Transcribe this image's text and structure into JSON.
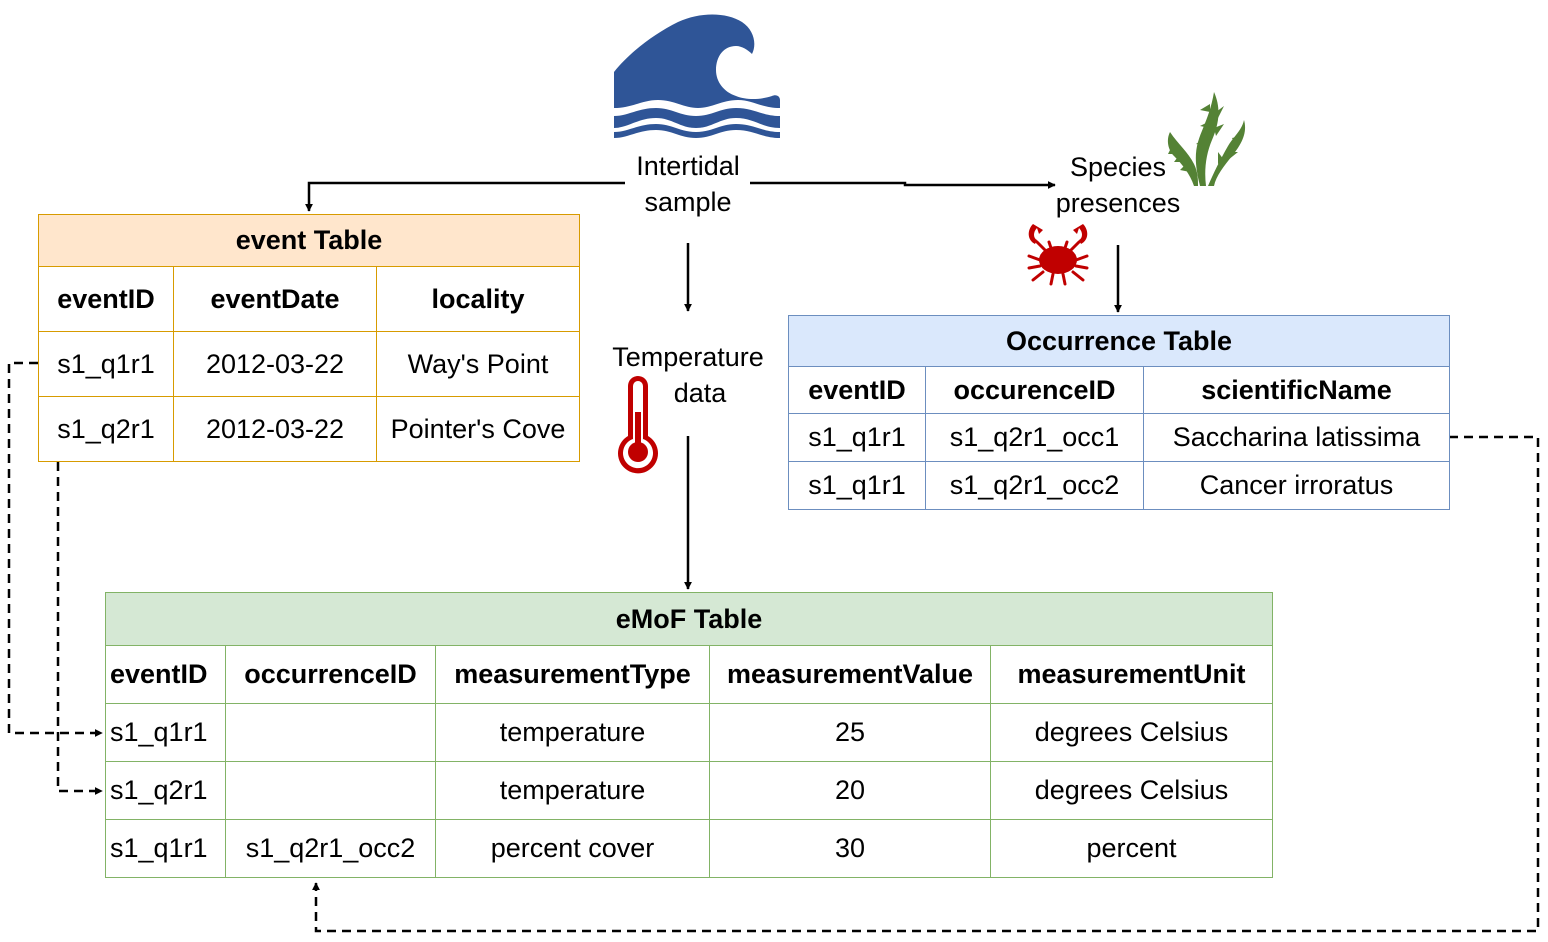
{
  "colors": {
    "event_fill": "#ffe6cc",
    "event_border": "#d79b00",
    "occurrence_fill": "#dae8fc",
    "occurrence_border": "#6c8ebf",
    "emof_fill": "#d5e8d4",
    "emof_border": "#82b366",
    "wave_icon": "#2f5597",
    "seaweed_icon": "#548235",
    "crab_icon": "#c00000",
    "thermometer_icon": "#c00000"
  },
  "icons": [
    "wave-icon",
    "seaweed-icon",
    "crab-icon",
    "thermometer-icon"
  ],
  "nodes": {
    "intertidal_sample": [
      "Intertidal",
      "sample"
    ],
    "species_presences": [
      "Species",
      "presences"
    ],
    "temperature_data": [
      "Temperature",
      "data"
    ]
  },
  "event_table": {
    "title": "event Table",
    "columns": [
      "eventID",
      "eventDate",
      "locality"
    ],
    "rows": [
      [
        "s1_q1r1",
        "2012-03-22",
        "Way's Point"
      ],
      [
        "s1_q2r1",
        "2012-03-22",
        "Pointer's Cove"
      ]
    ]
  },
  "occurrence_table": {
    "title": "Occurrence Table",
    "columns": [
      "eventID",
      "occurenceID",
      "scientificName"
    ],
    "rows": [
      [
        "s1_q1r1",
        "s1_q2r1_occ1",
        "Saccharina latissima"
      ],
      [
        "s1_q1r1",
        "s1_q2r1_occ2",
        "Cancer irroratus"
      ]
    ]
  },
  "emof_table": {
    "title": "eMoF Table",
    "columns": [
      "eventID",
      "occurrenceID",
      "measurementType",
      "measurementValue",
      "measurementUnit"
    ],
    "rows": [
      [
        "s1_q1r1",
        "",
        "temperature",
        "25",
        "degrees Celsius"
      ],
      [
        "s1_q2r1",
        "",
        "temperature",
        "20",
        "degrees Celsius"
      ],
      [
        "s1_q1r1",
        "s1_q2r1_occ2",
        "percent cover",
        "30",
        "percent"
      ]
    ]
  }
}
